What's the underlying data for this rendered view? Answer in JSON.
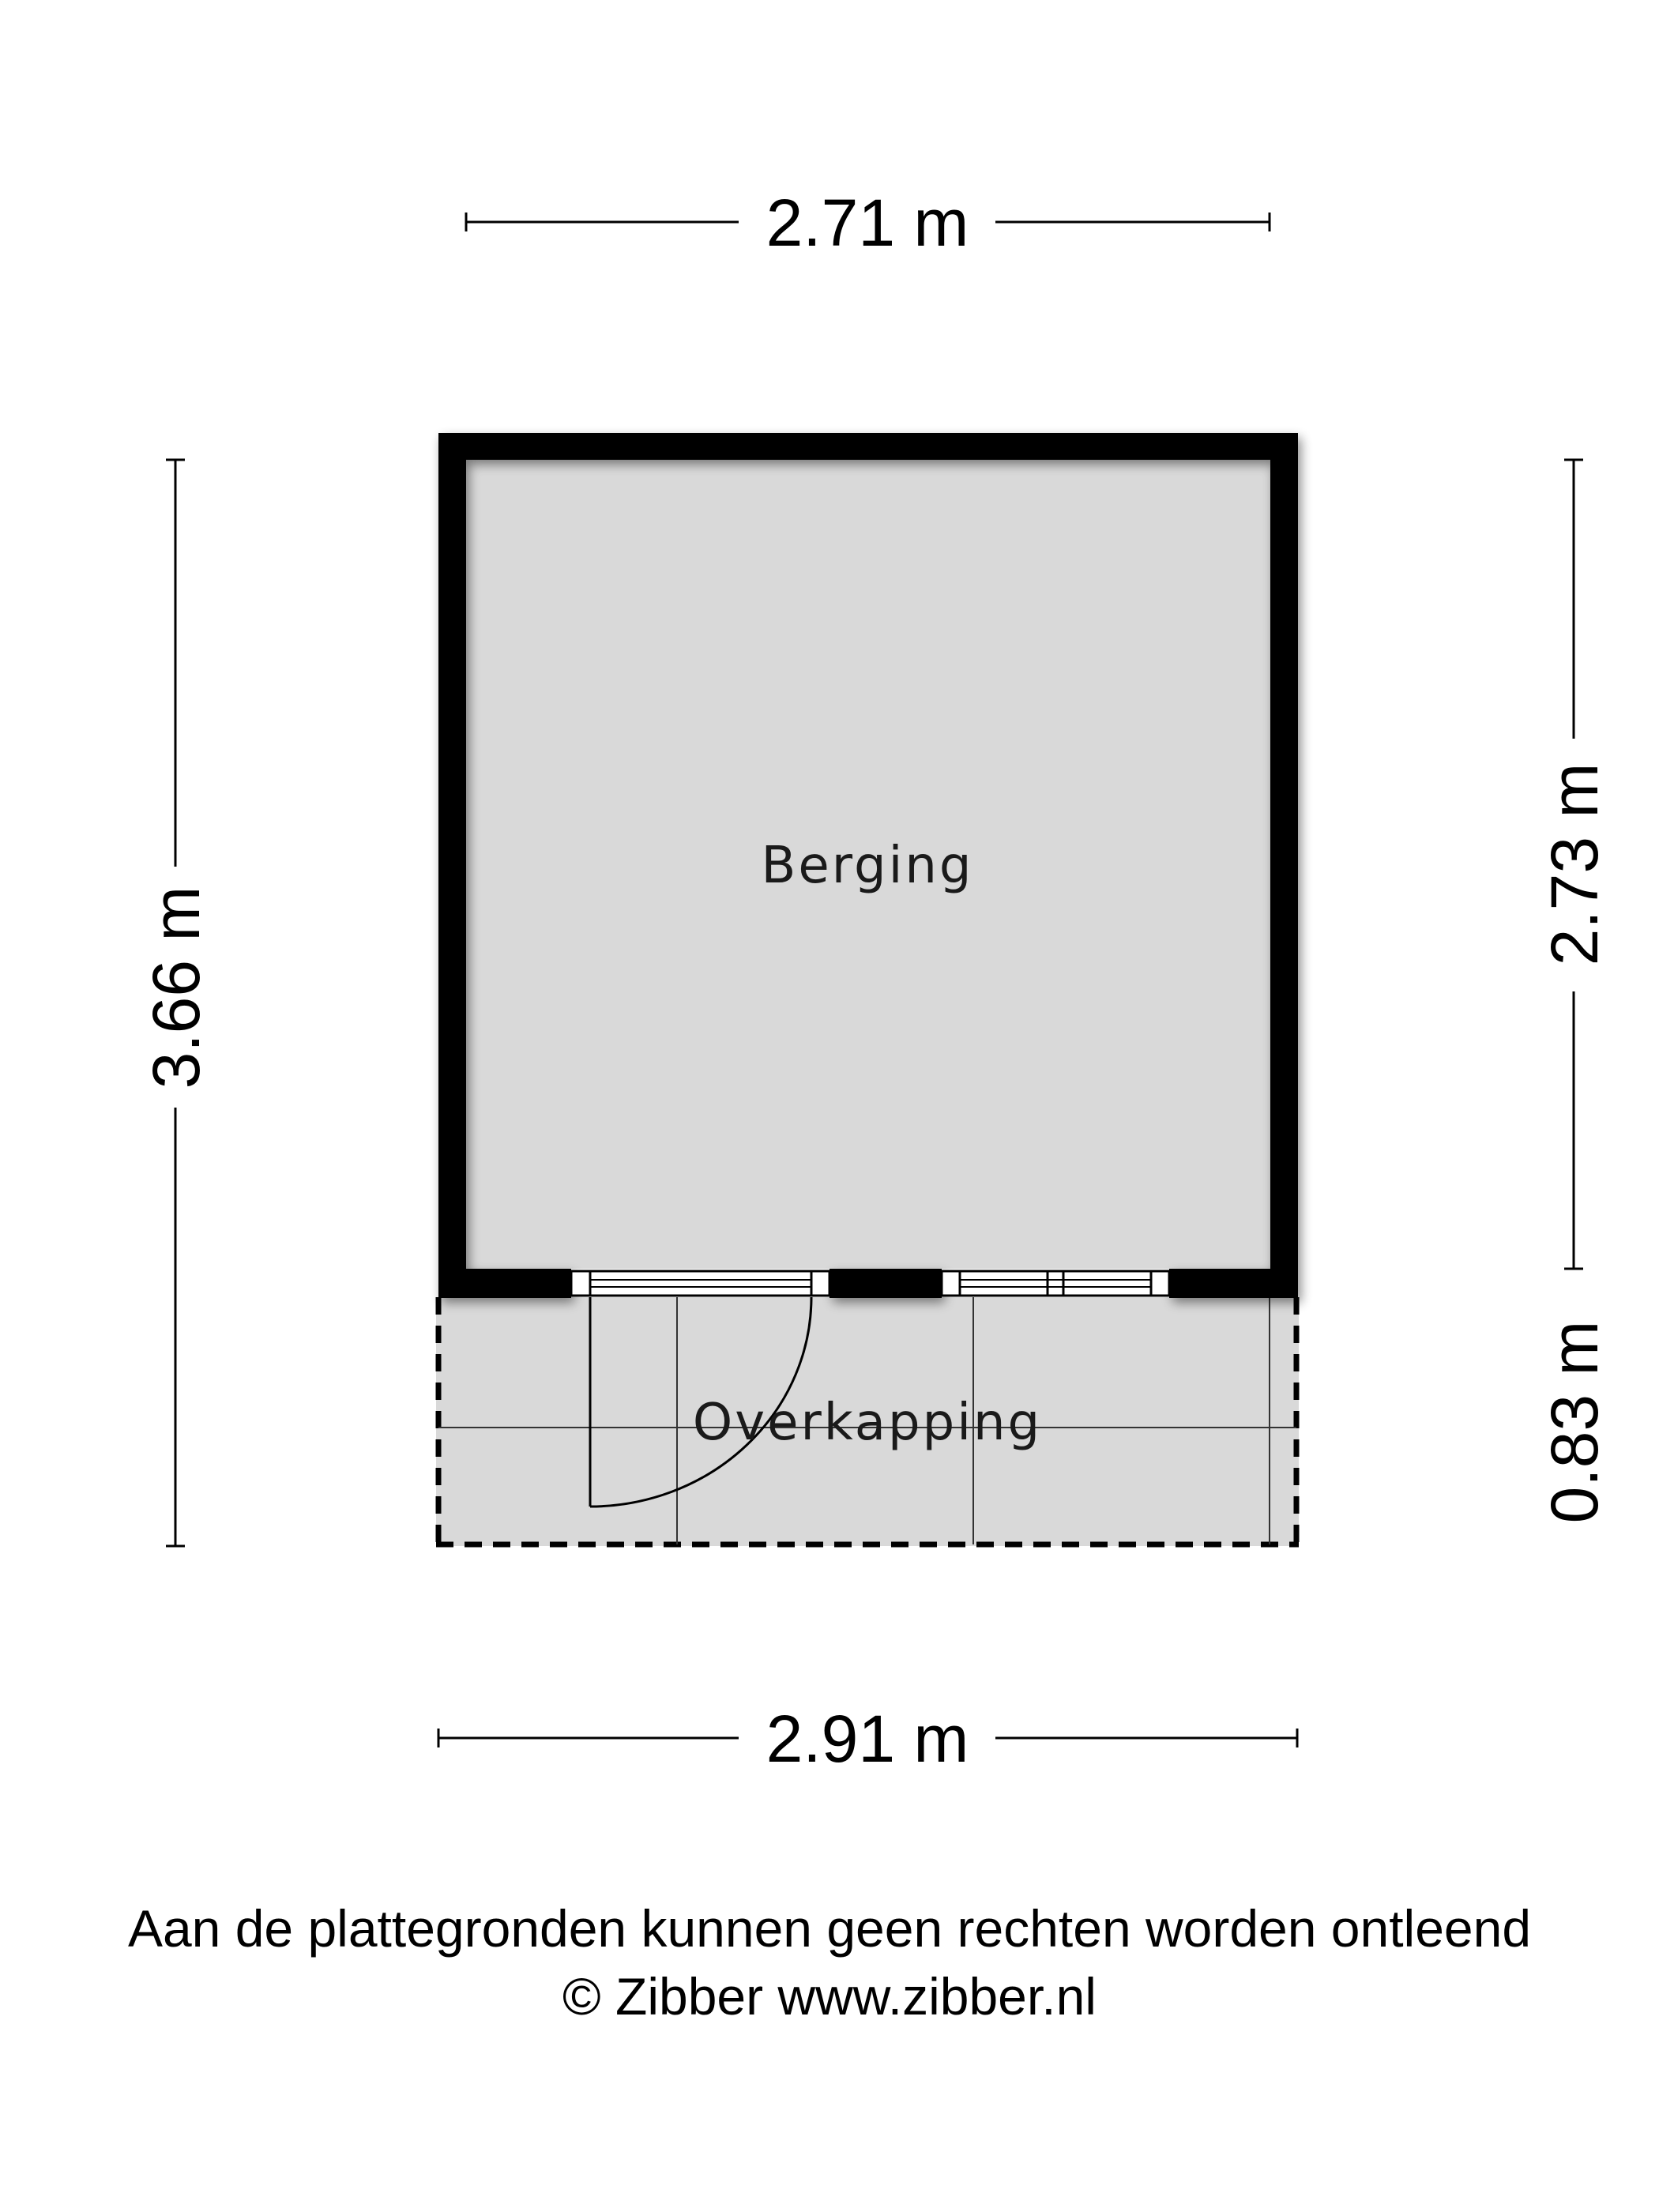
{
  "dimensions": {
    "top_width": "2.71 m",
    "bottom_width": "2.91 m",
    "left_height": "3.66 m",
    "right_room_height": "2.73 m",
    "right_canopy_height": "0.83 m"
  },
  "rooms": {
    "storage": {
      "label": "Berging",
      "fill": "#d9d9d9"
    },
    "canopy": {
      "label": "Overkapping",
      "fill": "#d9d9d9"
    }
  },
  "colors": {
    "wall": "#000000",
    "floor": "#d9d9d9",
    "background": "#ffffff"
  },
  "footer": {
    "disclaimer": "Aan de plattegronden kunnen geen rechten worden ontleend",
    "copyright": "© Zibber www.zibber.nl"
  }
}
